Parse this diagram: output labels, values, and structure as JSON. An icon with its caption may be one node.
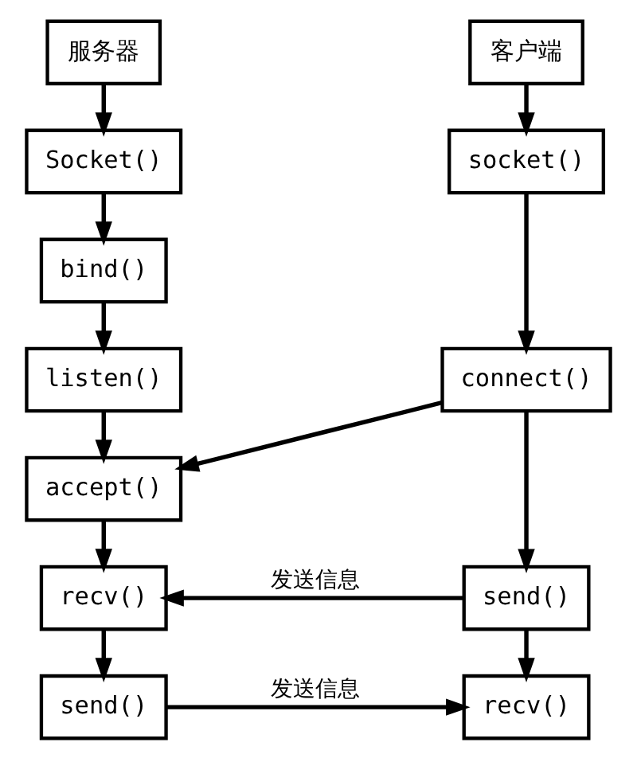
{
  "diagram": {
    "nodes": [
      {
        "text": [
          "服务器"
        ]
      },
      {
        "text": [
          "Socket()"
        ]
      },
      {
        "text": [
          "bind()"
        ]
      },
      {
        "text": [
          "listen()"
        ]
      },
      {
        "text": [
          "accept()"
        ]
      },
      {
        "text": [
          "recv()"
        ]
      },
      {
        "text": [
          "send()"
        ]
      },
      {
        "text": [
          "客户端"
        ]
      },
      {
        "text": [
          "socket()"
        ]
      },
      {
        "text": [
          "connect()"
        ]
      },
      {
        "text": [
          "send()"
        ]
      },
      {
        "text": [
          "recv()"
        ]
      }
    ],
    "edges": [
      {
        "from": 0,
        "to": 1,
        "arrow": "to"
      },
      {
        "from": 1,
        "to": 2,
        "arrow": "to"
      },
      {
        "from": 2,
        "to": 3,
        "arrow": "to"
      },
      {
        "from": 3,
        "to": 4,
        "arrow": "to"
      },
      {
        "from": 4,
        "to": 5,
        "arrow": "to"
      },
      {
        "from": 5,
        "to": 6,
        "arrow": "to"
      },
      {
        "from": 7,
        "to": 8,
        "arrow": "to"
      },
      {
        "from": 8,
        "to": 9,
        "arrow": "to"
      },
      {
        "from": 9,
        "to": 10,
        "arrow": "to"
      },
      {
        "from": 10,
        "to": 11,
        "arrow": "to"
      },
      {
        "from": 9,
        "to": 4,
        "arrow": "to"
      },
      {
        "from": 10,
        "to": 5,
        "label": "发送信息",
        "arrow": "to"
      },
      {
        "from": 6,
        "to": 11,
        "label": "发送信息",
        "arrow": "to"
      }
    ]
  }
}
